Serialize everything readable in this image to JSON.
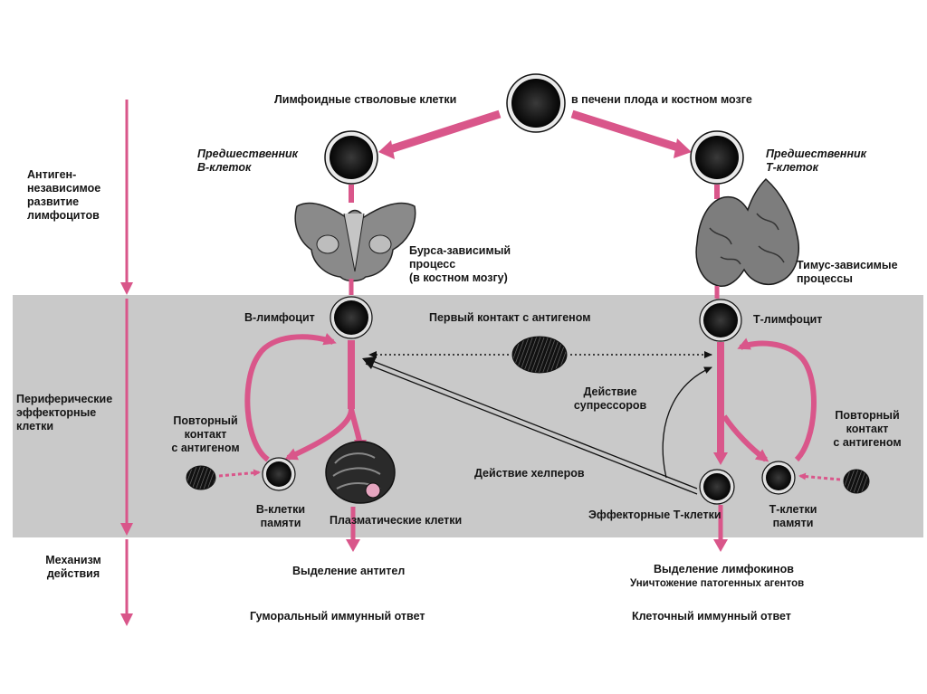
{
  "side_labels": {
    "antigen_independent": "Антиген-\nнезависимое\nразвитие\nлимфоцитов",
    "peripheral": "Периферические\nэффекторные\nклетки",
    "mechanism": "Механизм\nдействия"
  },
  "top": {
    "stem_cells_left": "Лимфоидные стволовые клетки",
    "stem_cells_right": "в печени плода и костном мозге"
  },
  "b_branch": {
    "precursor": "Предшественник\nВ-клеток",
    "bursa": "Бурса-зависимый\nпроцесс\n(в костном мозгу)",
    "lymphocyte": "В-лимфоцит",
    "repeat_contact": "Повторный\nконтакт\nс антигеном",
    "memory": "В-клетки\nпамяти",
    "plasma": "Плазматические клетки",
    "output": "Выделение антител",
    "response": "Гуморальный иммунный ответ"
  },
  "t_branch": {
    "precursor": "Предшественник\nТ-клеток",
    "thymus": "Тимус-зависимые\nпроцессы",
    "lymphocyte": "Т-лимфоцит",
    "repeat_contact": "Повторный\nконтакт\nс антигеном",
    "effector": "Эффекторные Т-клетки",
    "memory": "Т-клетки\nпамяти",
    "output": "Выделение лимфокинов",
    "output2": "Уничтожение патогенных агентов",
    "response": "Клеточный иммунный ответ"
  },
  "middle": {
    "first_contact": "Первый контакт  с антигеном",
    "suppressor": "Действие\nсупрессоров",
    "helper": "Действие хелперов"
  },
  "colors": {
    "arrow_pink": "#d9568a",
    "band_gray": "#c9c9c9",
    "cell_dark": "#1c1c1c",
    "organ_gray": "#8a8a8a"
  }
}
